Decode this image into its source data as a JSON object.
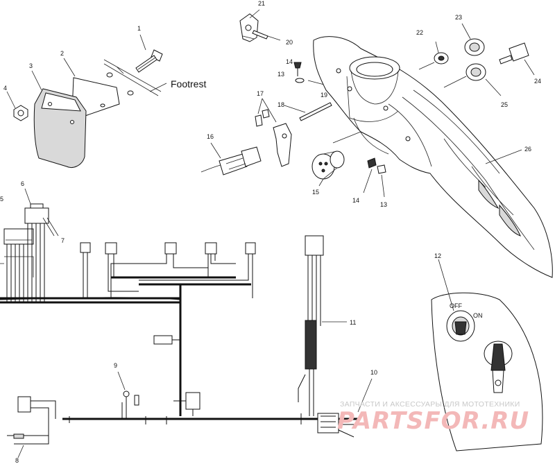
{
  "diagram": {
    "callouts": [
      {
        "id": "c1",
        "text": "1"
      },
      {
        "id": "c2",
        "text": "2"
      },
      {
        "id": "c3",
        "text": "3"
      },
      {
        "id": "c4",
        "text": "4"
      },
      {
        "id": "c5",
        "text": "5"
      },
      {
        "id": "c6",
        "text": "6"
      },
      {
        "id": "c7",
        "text": "7"
      },
      {
        "id": "c8",
        "text": "8"
      },
      {
        "id": "c9",
        "text": "9"
      },
      {
        "id": "c10",
        "text": "10"
      },
      {
        "id": "c11",
        "text": "11"
      },
      {
        "id": "c12",
        "text": "12"
      },
      {
        "id": "c13a",
        "text": "13"
      },
      {
        "id": "c13b",
        "text": "13"
      },
      {
        "id": "c14a",
        "text": "14"
      },
      {
        "id": "c14b",
        "text": "14"
      },
      {
        "id": "c15",
        "text": "15"
      },
      {
        "id": "c16",
        "text": "16"
      },
      {
        "id": "c17",
        "text": "17"
      },
      {
        "id": "c18",
        "text": "18"
      },
      {
        "id": "c19",
        "text": "19"
      },
      {
        "id": "c20",
        "text": "20"
      },
      {
        "id": "c21",
        "text": "21"
      },
      {
        "id": "c22",
        "text": "22"
      },
      {
        "id": "c23",
        "text": "23"
      },
      {
        "id": "c24",
        "text": "24"
      },
      {
        "id": "c25",
        "text": "25"
      },
      {
        "id": "c26",
        "text": "26"
      }
    ],
    "labels": {
      "footrest": "Footrest",
      "switch_off": "OFF",
      "switch_on": "ON"
    }
  },
  "watermark": {
    "tagline": "ЗАПЧАСТИ И АКСЕССУАРЫ ДЛЯ МОТОТЕХНИКИ",
    "brand": "PARTSFOR.RU"
  }
}
